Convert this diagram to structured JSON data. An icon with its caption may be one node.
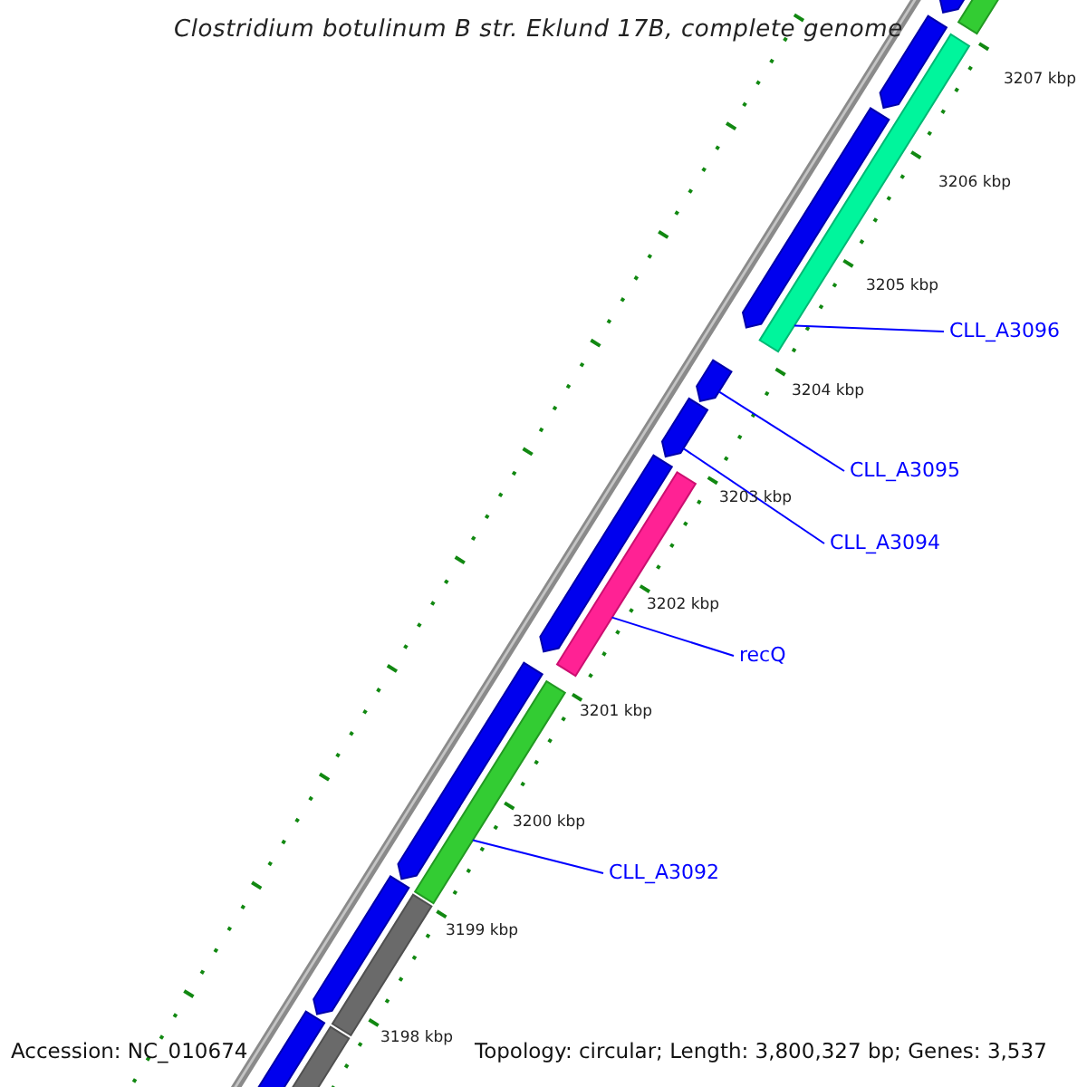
{
  "diagram": {
    "title": "Clostridium botulinum B str. Eklund 17B, complete genome",
    "nodes": [
      {
        "text": [
          "CLL_A3096"
        ]
      },
      {
        "text": [
          "CLL_A3095"
        ]
      },
      {
        "text": [
          "CLL_A3094"
        ]
      },
      {
        "text": [
          "recQ"
        ]
      },
      {
        "text": [
          "CLL_A3092"
        ]
      },
      {
        "text": [],
        "shape": "arrow"
      },
      {
        "text": [],
        "shape": "bar"
      },
      {
        "text": [],
        "shape": "arrow"
      },
      {
        "text": [],
        "shape": "bar"
      },
      {
        "text": [],
        "shape": "arrow"
      },
      {
        "text": [],
        "shape": "arrow"
      },
      {
        "text": [],
        "shape": "arrow"
      },
      {
        "text": [],
        "shape": "arrow"
      },
      {
        "text": [],
        "shape": "bar"
      },
      {
        "text": [],
        "shape": "arrow"
      },
      {
        "text": [],
        "shape": "bar"
      },
      {
        "text": [],
        "shape": "arrow"
      },
      {
        "text": [],
        "shape": "bar"
      },
      {
        "text": [],
        "shape": "arrow"
      },
      {
        "text": [],
        "shape": "bar"
      }
    ],
    "edges": [
      {
        "from": 0,
        "to": 8,
        "arrow": "none"
      },
      {
        "from": 1,
        "to": 10,
        "arrow": "none"
      },
      {
        "from": 2,
        "to": 11,
        "arrow": "none"
      },
      {
        "from": 3,
        "to": 13,
        "arrow": "none"
      },
      {
        "from": 4,
        "to": 15,
        "arrow": "none"
      }
    ],
    "labels": [
      "3207 kbp",
      "3206 kbp",
      "3205 kbp",
      "3204 kbp",
      "3203 kbp",
      "3202 kbp",
      "3201 kbp",
      "3200 kbp",
      "3199 kbp",
      "3198 kbp",
      "Accession: NC_010674",
      "Topology: circular; Length: 3,800,327 bp; Genes: 3,537"
    ]
  }
}
